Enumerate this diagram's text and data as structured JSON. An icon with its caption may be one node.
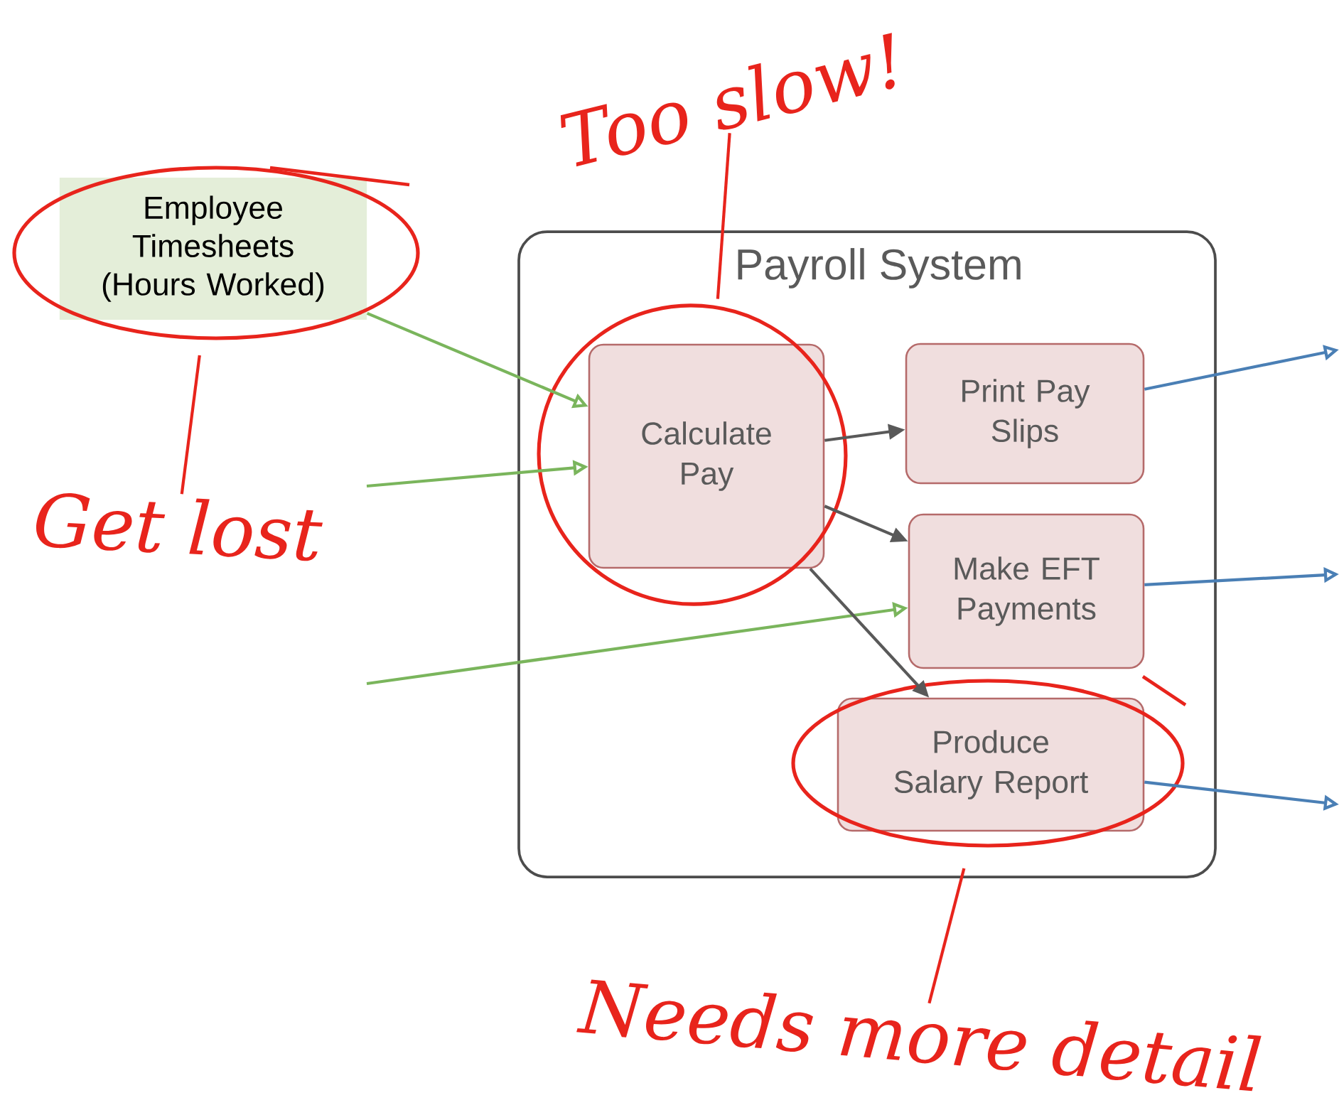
{
  "diagram": {
    "nodes": [
      {
        "text": [
          "Employee Timesheets (Hours Worked)"
        ]
      },
      {
        "text": [
          "Payroll System"
        ]
      },
      {
        "text": [
          "Calculate Pay"
        ],
        "in": 1
      },
      {
        "text": [
          "Print Pay Slips"
        ],
        "in": 1
      },
      {
        "text": [
          "Make EFT Payments"
        ],
        "in": 1
      },
      {
        "text": [
          "Produce Salary Report"
        ],
        "in": 1
      },
      {
        "text": [
          "Too slow!"
        ]
      },
      {
        "text": [
          "Get lost"
        ]
      },
      {
        "text": [
          "Needs more detail"
        ]
      }
    ],
    "edges": [
      {
        "from": 0,
        "to": 2,
        "arrow": "to",
        "color": "#7ab55c"
      },
      {
        "from": null,
        "to": 2,
        "arrow": "to",
        "color": "#7ab55c"
      },
      {
        "from": null,
        "to": 4,
        "arrow": "to",
        "color": "#7ab55c"
      },
      {
        "from": 2,
        "to": 3,
        "arrow": "to",
        "color": "#595959"
      },
      {
        "from": 2,
        "to": 4,
        "arrow": "to",
        "color": "#595959"
      },
      {
        "from": 2,
        "to": 5,
        "arrow": "to",
        "color": "#595959"
      },
      {
        "from": 3,
        "to": null,
        "arrow": "to",
        "color": "#4a7fb5"
      },
      {
        "from": 4,
        "to": null,
        "arrow": "to",
        "color": "#4a7fb5"
      },
      {
        "from": 5,
        "to": null,
        "arrow": "to",
        "color": "#4a7fb5"
      },
      {
        "from": 6,
        "to": 2,
        "arrow": "none",
        "color": "#e8241c"
      },
      {
        "from": 7,
        "to": 0,
        "arrow": "none",
        "color": "#e8241c"
      },
      {
        "from": 8,
        "to": 5,
        "arrow": "none",
        "color": "#e8241c"
      }
    ]
  }
}
